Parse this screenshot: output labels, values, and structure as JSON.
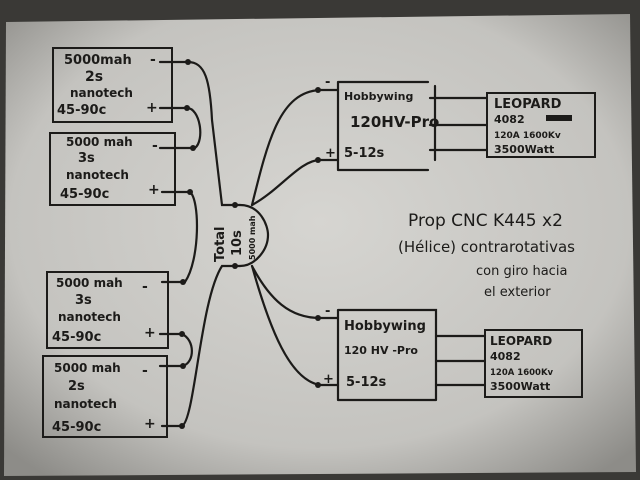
{
  "batteries": [
    {
      "capacity": "5000mah",
      "cells": "2s",
      "brand": "nanotech",
      "rating": "45-90c"
    },
    {
      "capacity": "5000 mah",
      "cells": "3s",
      "brand": "nanotech",
      "rating": "45-90c"
    },
    {
      "capacity": "5000 mah",
      "cells": "3s",
      "brand": "nanotech",
      "rating": "45-90c"
    },
    {
      "capacity": "5000 mah",
      "cells": "2s",
      "brand": "nanotech",
      "rating": "45-90c"
    }
  ],
  "polarity": {
    "neg": "-",
    "pos": "+"
  },
  "total": {
    "label": "Total",
    "cells": "10s",
    "capacity": "5000 mah"
  },
  "escs": [
    {
      "brand": "Hobbywing",
      "model": "120HV-Pro",
      "cells": "5-12s"
    },
    {
      "brand": "Hobbywing",
      "model": "120 HV -Pro",
      "cells": "5-12s"
    }
  ],
  "motors": [
    {
      "brand": "LEOPARD",
      "model": "4082",
      "spec": "120A 1600Kv",
      "power": "3500Watt"
    },
    {
      "brand": "LEOPARD",
      "model": "4082",
      "spec": "120A 1600Kv",
      "power": "3500Watt"
    }
  ],
  "note": {
    "line1": "Prop CNC K445 x2",
    "line2": "(Hélice) contrarotativas",
    "line3": "con giro hacia",
    "line4": "el exterior"
  }
}
